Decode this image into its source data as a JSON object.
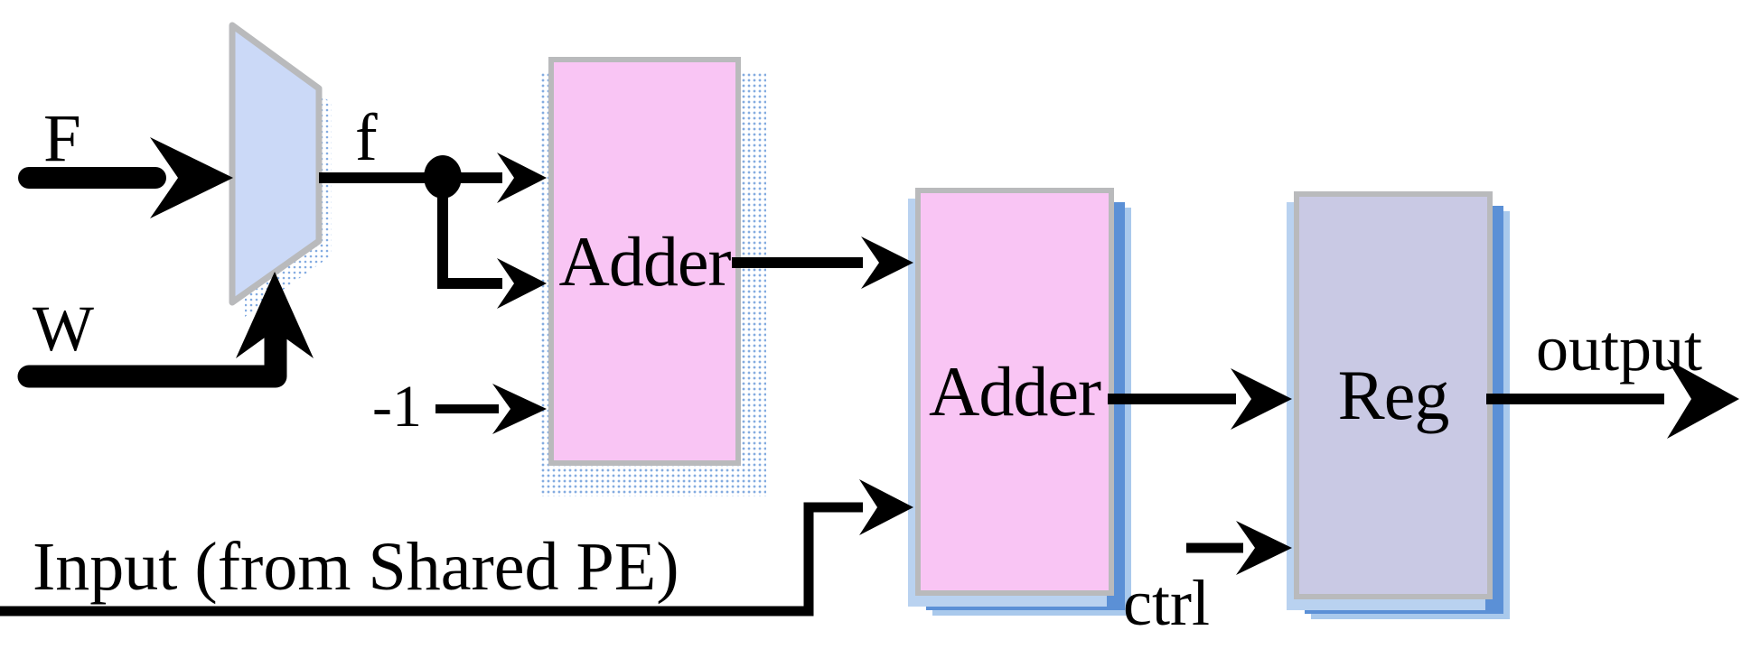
{
  "diagram": {
    "type": "hardware-block-diagram",
    "blocks": {
      "mux": {
        "label": "",
        "shape": "trapezoid",
        "fill": "#cbd9f7"
      },
      "adder1": {
        "label": "Adder",
        "shape": "rect",
        "fill": "#f9c5f4"
      },
      "adder2": {
        "label": "Adder",
        "shape": "rect",
        "fill": "#f9c5f4"
      },
      "reg": {
        "label": "Reg",
        "shape": "rect",
        "fill": "#c9c9e4"
      }
    },
    "labels": {
      "f_upper": "F",
      "w_input": "W",
      "mux_output": "f",
      "neg_one": "-1",
      "shared_input": "Input (from Shared PE)",
      "ctrl": "ctrl",
      "output": "output"
    },
    "connections": [
      {
        "from": "F",
        "to": "mux"
      },
      {
        "from": "W",
        "to": "mux"
      },
      {
        "from": "mux",
        "signal": "f",
        "to": "adder1",
        "note": "fans out to two adder inputs"
      },
      {
        "from": "-1",
        "to": "adder1"
      },
      {
        "from": "adder1",
        "to": "adder2"
      },
      {
        "from": "Input (from Shared PE)",
        "to": "adder2"
      },
      {
        "from": "adder2",
        "to": "reg"
      },
      {
        "from": "ctrl",
        "to": "reg"
      },
      {
        "from": "reg",
        "signal": "output",
        "to": "external"
      }
    ],
    "colors": {
      "line": "#000000",
      "border_gray": "#b9babc",
      "shadow_blue": "#5b90d6",
      "shadow_blue_light": "#a9c9ec",
      "mux_fill": "#cbd9f7",
      "adder_fill": "#f9c5f4",
      "reg_fill": "#c9c9e4"
    }
  }
}
